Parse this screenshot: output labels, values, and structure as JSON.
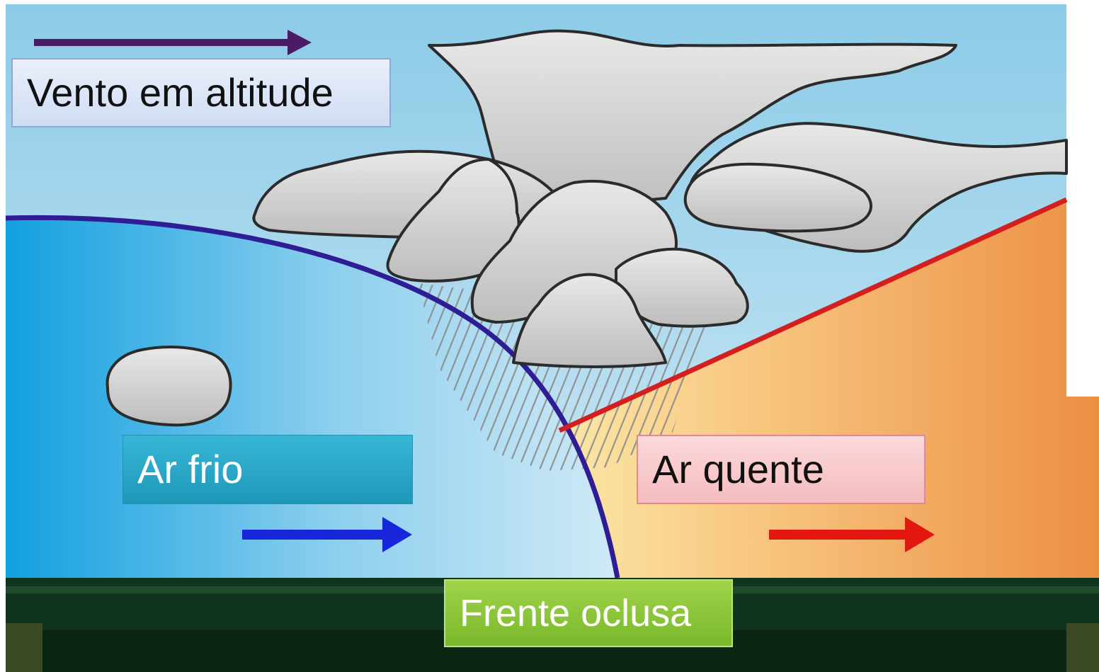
{
  "labels": {
    "upper_wind": "Vento em altitude",
    "cold_air": "Ar frio",
    "warm_air": "Ar quente",
    "front_type": "Frente oclusa"
  },
  "colors": {
    "sky": "#a9d8ec",
    "cold_air_mass": "#1aa3df",
    "warm_air_mass": "#ec9247",
    "cold_boundary": "#2e1d95",
    "warm_boundary": "#d41f1f",
    "upper_wind_arrow": "#4b1b66",
    "cold_air_arrow": "#1726d9",
    "warm_air_arrow": "#e3170f",
    "ground": "#11341e",
    "cloud_fill": "#d4d4d4",
    "cloud_outline": "#2b2b2b",
    "rain": "#8c8c8c"
  },
  "icons": {
    "upper_wind": "arrow-right-icon",
    "cold_air": "arrow-right-icon",
    "warm_air": "arrow-right-icon"
  }
}
